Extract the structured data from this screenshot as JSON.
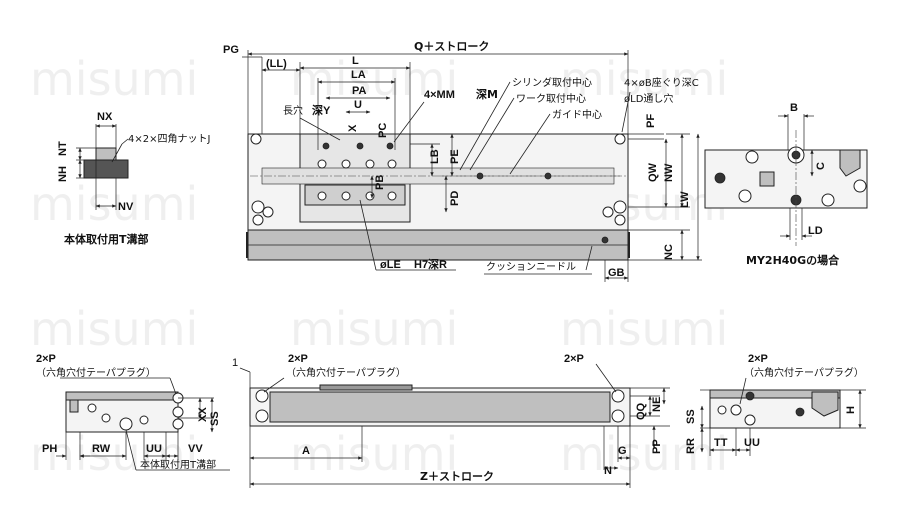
{
  "watermark": "misumi",
  "top_view": {
    "labels": {
      "PG": "PG",
      "LL": "(LL)",
      "Q_stroke": "Q＋ストローク",
      "L": "L",
      "LA": "LA",
      "PA": "PA",
      "U": "U",
      "slot": "長穴",
      "depth_Y": "深Y",
      "X": "X",
      "PC": "PC",
      "MM": "4×MM",
      "depth_M": "深M",
      "LB": "LB",
      "PE": "PE",
      "PB": "PB",
      "PD": "PD",
      "cyl_center": "シリンダ取付中心",
      "work_center": "ワーク取付中心",
      "guide_center": "ガイド中心",
      "counterbore": "4×øB座ぐり深C",
      "LD_through": "øLD通し穴",
      "PF": "PF",
      "QW": "QW",
      "NW": "NW",
      "LW": "LW",
      "NC": "NC",
      "GB": "GB",
      "LE": "øLE",
      "H7R": "H7深R",
      "cushion": "クッションニードル"
    }
  },
  "tslot_view": {
    "NX": "NX",
    "nut": "4×2×四角ナットJ",
    "NT": "NT",
    "NH": "NH",
    "NV": "NV",
    "caption": "本体取付用T溝部"
  },
  "mounting_view": {
    "B": "B",
    "C": "C",
    "LD": "LD",
    "caption": "MY2H40Gの場合"
  },
  "left_end_view": {
    "plug_count": "2×P",
    "plug_desc": "（六角穴付テーパプラグ）",
    "XX": "XX",
    "SS": "SS",
    "PH": "PH",
    "RW": "RW",
    "UU": "UU",
    "VV": "VV",
    "caption": "本体取付用T溝部"
  },
  "front_view": {
    "one": "1",
    "plug_left": "2×P",
    "plug_left_desc": "（六角穴付テーパプラグ）",
    "plug_right": "2×P",
    "QQ": "QQ",
    "NE": "NE",
    "A": "A",
    "G": "G",
    "PP": "PP",
    "N": "N",
    "Z_stroke": "Z＋ストローク"
  },
  "right_end_view": {
    "plug_count": "2×P",
    "plug_desc": "（六角穴付テーパプラグ）",
    "SS": "SS",
    "H": "H",
    "RR": "RR",
    "TT": "TT",
    "UU": "UU"
  }
}
